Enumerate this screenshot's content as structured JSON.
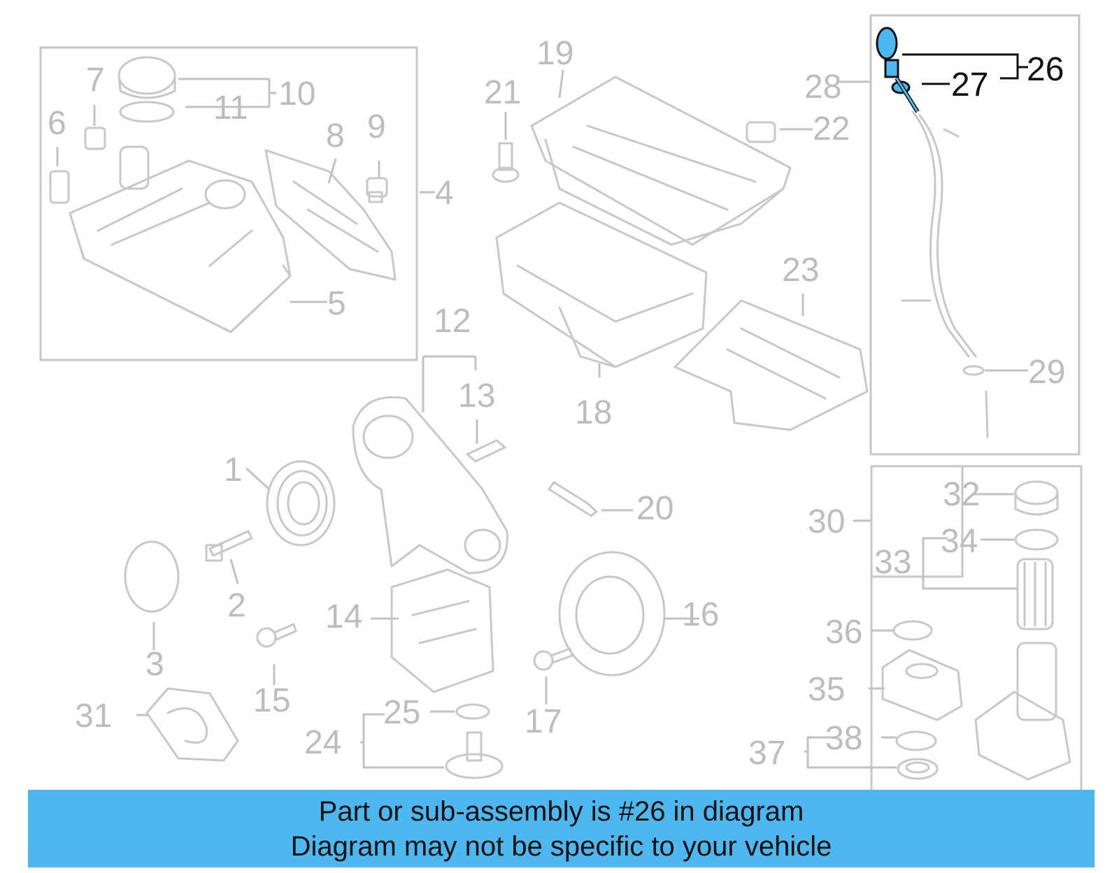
{
  "colors": {
    "banner_bg": "#4db7ef",
    "highlight": "#4db7ef",
    "part_gray": "#c8c8c8",
    "label_gray": "#bdbdbd",
    "label_highlight": "#111111"
  },
  "banner": {
    "line1": "Part or sub-assembly is #26 in diagram",
    "line2": "Diagram may not be specific to your vehicle"
  },
  "highlighted_part": "26",
  "callouts": [
    "1",
    "2",
    "3",
    "4",
    "5",
    "6",
    "7",
    "8",
    "9",
    "10",
    "11",
    "12",
    "13",
    "14",
    "15",
    "16",
    "17",
    "18",
    "19",
    "20",
    "21",
    "22",
    "23",
    "24",
    "25",
    "26",
    "27",
    "28",
    "29",
    "30",
    "31",
    "32",
    "33",
    "34",
    "35",
    "36",
    "37",
    "38"
  ]
}
